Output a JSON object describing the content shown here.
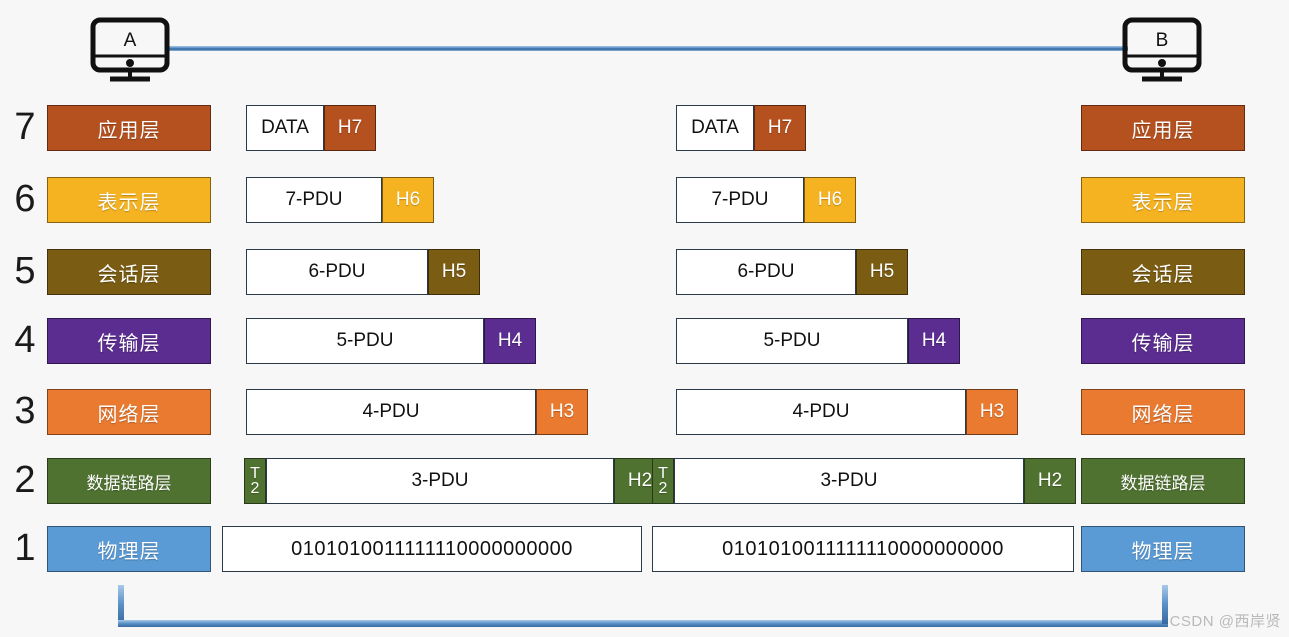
{
  "hosts": {
    "left": {
      "label": "A",
      "icon": "monitor-icon"
    },
    "right": {
      "label": "B",
      "icon": "monitor-icon"
    }
  },
  "links": {
    "top_label": "",
    "bottom_label": "",
    "color": "#4f86c0"
  },
  "layers": [
    {
      "number": "7",
      "name": "应用层",
      "color": "#b5501f",
      "pdu_body": "DATA",
      "header": "H7",
      "trailer": null
    },
    {
      "number": "6",
      "name": "表示层",
      "color": "#f5b321",
      "pdu_body": "7-PDU",
      "header": "H6",
      "trailer": null
    },
    {
      "number": "5",
      "name": "会话层",
      "color": "#7a5c13",
      "pdu_body": "6-PDU",
      "header": "H5",
      "trailer": null
    },
    {
      "number": "4",
      "name": "传输层",
      "color": "#5b2d90",
      "pdu_body": "5-PDU",
      "header": "H4",
      "trailer": null
    },
    {
      "number": "3",
      "name": "网络层",
      "color": "#e97a30",
      "pdu_body": "4-PDU",
      "header": "H3",
      "trailer": null
    },
    {
      "number": "2",
      "name": "数据链路层",
      "color": "#4f7230",
      "pdu_body": "3-PDU",
      "header": "H2",
      "trailer": "T2"
    },
    {
      "number": "1",
      "name": "物理层",
      "color": "#5b9bd5",
      "pdu_body": "0101010011111110000000000",
      "header": null,
      "trailer": null
    }
  ],
  "watermark": "CSDN @西岸贤"
}
